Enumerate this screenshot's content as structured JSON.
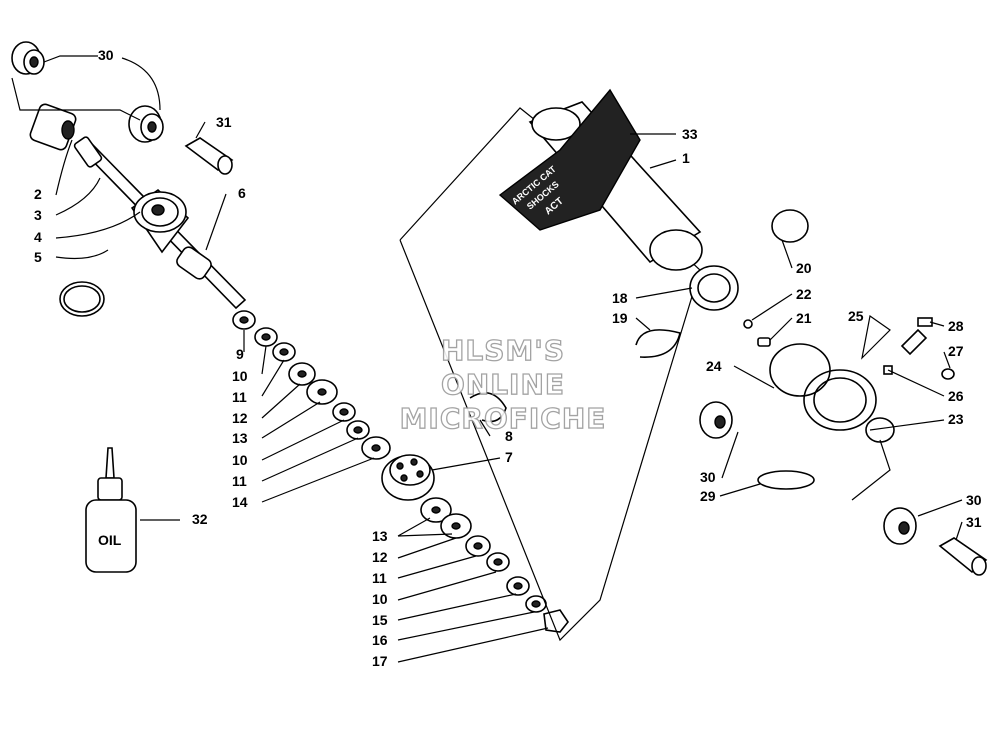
{
  "callouts": [
    {
      "id": "c30a",
      "label": "30"
    },
    {
      "id": "c31a",
      "label": "31"
    },
    {
      "id": "c2",
      "label": "2"
    },
    {
      "id": "c3",
      "label": "3"
    },
    {
      "id": "c4",
      "label": "4"
    },
    {
      "id": "c5",
      "label": "5"
    },
    {
      "id": "c6",
      "label": "6"
    },
    {
      "id": "c9",
      "label": "9"
    },
    {
      "id": "c10a",
      "label": "10"
    },
    {
      "id": "c11a",
      "label": "11"
    },
    {
      "id": "c12a",
      "label": "12"
    },
    {
      "id": "c13a",
      "label": "13"
    },
    {
      "id": "c10b",
      "label": "10"
    },
    {
      "id": "c11b",
      "label": "11"
    },
    {
      "id": "c14",
      "label": "14"
    },
    {
      "id": "c32",
      "label": "32"
    },
    {
      "id": "c8",
      "label": "8"
    },
    {
      "id": "c7",
      "label": "7"
    },
    {
      "id": "c13b",
      "label": "13"
    },
    {
      "id": "c12b",
      "label": "12"
    },
    {
      "id": "c11c",
      "label": "11"
    },
    {
      "id": "c10c",
      "label": "10"
    },
    {
      "id": "c15",
      "label": "15"
    },
    {
      "id": "c16",
      "label": "16"
    },
    {
      "id": "c17",
      "label": "17"
    },
    {
      "id": "c33",
      "label": "33"
    },
    {
      "id": "c1",
      "label": "1"
    },
    {
      "id": "c20",
      "label": "20"
    },
    {
      "id": "c18",
      "label": "18"
    },
    {
      "id": "c22",
      "label": "22"
    },
    {
      "id": "c19",
      "label": "19"
    },
    {
      "id": "c21",
      "label": "21"
    },
    {
      "id": "c25",
      "label": "25"
    },
    {
      "id": "c28",
      "label": "28"
    },
    {
      "id": "c27",
      "label": "27"
    },
    {
      "id": "c24",
      "label": "24"
    },
    {
      "id": "c26",
      "label": "26"
    },
    {
      "id": "c23",
      "label": "23"
    },
    {
      "id": "c30b",
      "label": "30"
    },
    {
      "id": "c29",
      "label": "29"
    },
    {
      "id": "c30c",
      "label": "30"
    },
    {
      "id": "c31b",
      "label": "31"
    }
  ],
  "oil_bottle_label": "OIL",
  "decal_text": [
    "ARCTIC CAT",
    "SHOCKS",
    "ACT"
  ],
  "watermark": [
    "HLSM'S",
    "ONLINE",
    "MICROFICHE"
  ]
}
